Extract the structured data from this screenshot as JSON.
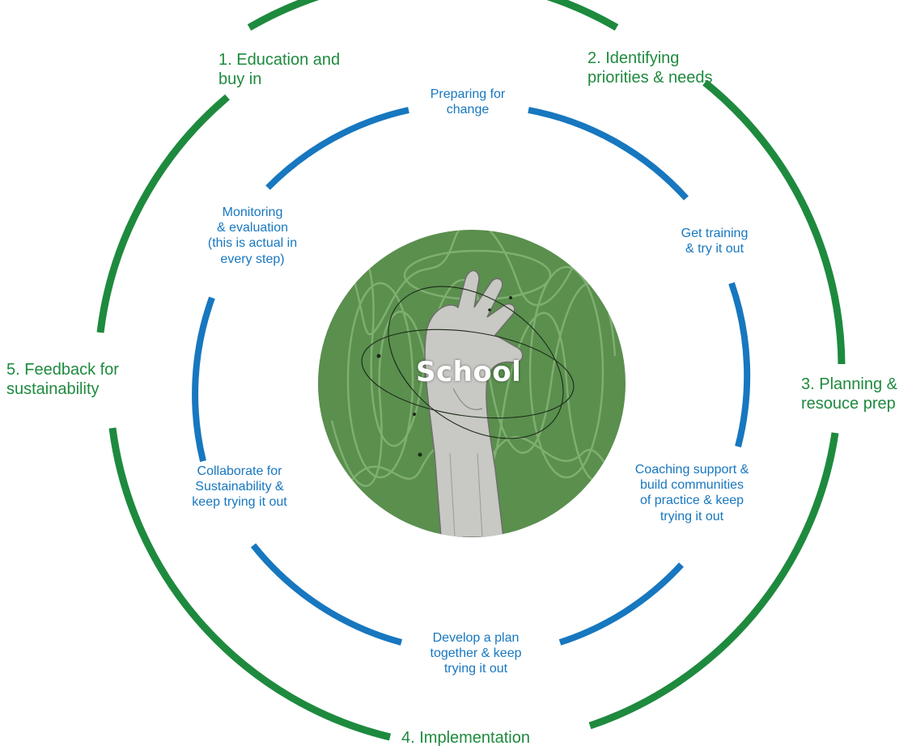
{
  "diagram": {
    "center_title": "School",
    "outer_stages": [
      {
        "id": "education",
        "label": "1. Education and\nbuy in"
      },
      {
        "id": "identifying",
        "label": "2. Identifying\npriorities & needs"
      },
      {
        "id": "planning",
        "label": "3. Planning &\nresouce prep"
      },
      {
        "id": "implementation",
        "label": "4. Implementation"
      },
      {
        "id": "feedback",
        "label": "5. Feedback for\nsustainability"
      }
    ],
    "inner_steps": [
      {
        "id": "preparing",
        "label": "Preparing for\nchange"
      },
      {
        "id": "training",
        "label": "Get training\n& try it out"
      },
      {
        "id": "coaching",
        "label": "Coaching support &\nbuild communities\nof practice & keep\ntrying it out"
      },
      {
        "id": "develop",
        "label": "Develop a plan\ntogether & keep\ntrying it out"
      },
      {
        "id": "collaborate",
        "label": "Collaborate for\nSustainability &\nkeep trying it out"
      },
      {
        "id": "monitoring",
        "label": "Monitoring\n& evaluation\n(this is actual in\nevery step)"
      }
    ],
    "colors": {
      "outer_ring": "#1e8a3e",
      "inner_ring": "#1777bf",
      "center_fill": "#5a8f4e",
      "scribble": "#9ec98f",
      "center_text": "#ffffff"
    },
    "center_image": "raised-hand-photo"
  }
}
